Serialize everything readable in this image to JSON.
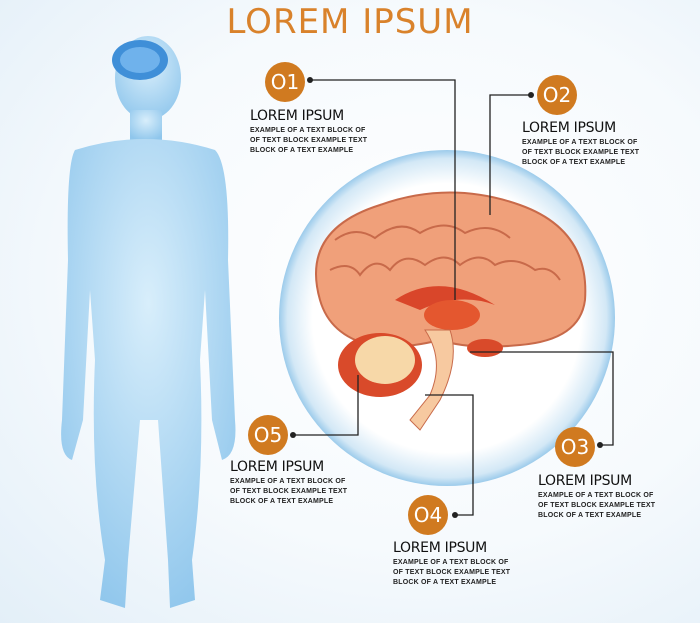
{
  "title": "LOREM IPSUM",
  "colors": {
    "accent": "#d07a20",
    "body": "#a9d4f0",
    "brain": "#f0a07a",
    "line": "#222222"
  },
  "callouts": [
    {
      "number": "O1",
      "heading": "LOREM IPSUM",
      "lines": [
        "EXAMPLE OF A TEXT BLOCK OF",
        "OF TEXT BLOCK EXAMPLE TEXT",
        "BLOCK OF A TEXT EXAMPLE"
      ]
    },
    {
      "number": "O2",
      "heading": "LOREM IPSUM",
      "lines": [
        "EXAMPLE OF A TEXT BLOCK OF",
        "OF TEXT BLOCK EXAMPLE TEXT",
        "BLOCK OF A TEXT EXAMPLE"
      ]
    },
    {
      "number": "O3",
      "heading": "LOREM IPSUM",
      "lines": [
        "EXAMPLE OF A TEXT BLOCK OF",
        "OF TEXT BLOCK EXAMPLE TEXT",
        "BLOCK OF A TEXT EXAMPLE"
      ]
    },
    {
      "number": "O4",
      "heading": "LOREM IPSUM",
      "lines": [
        "EXAMPLE OF A TEXT BLOCK OF",
        "OF TEXT BLOCK EXAMPLE TEXT",
        "BLOCK OF A TEXT EXAMPLE"
      ]
    },
    {
      "number": "O5",
      "heading": "LOREM IPSUM",
      "lines": [
        "EXAMPLE OF A TEXT BLOCK OF",
        "OF TEXT BLOCK EXAMPLE TEXT",
        "BLOCK OF A TEXT EXAMPLE"
      ]
    }
  ]
}
